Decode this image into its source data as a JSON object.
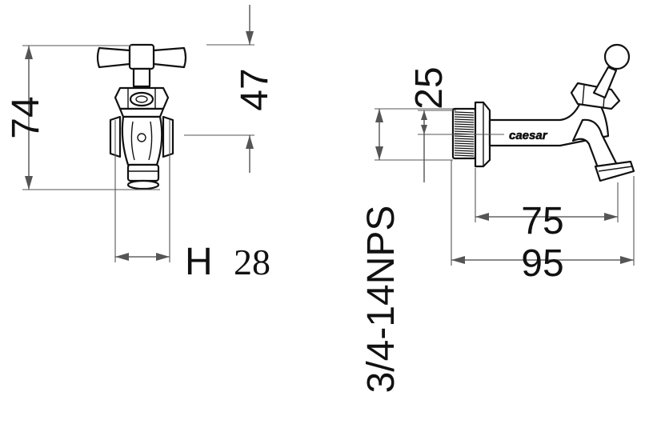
{
  "dimensions": {
    "height_total": "74",
    "handle_height": "47",
    "width_prefix": "H",
    "width_value": "28",
    "outlet_offset": "25",
    "thread": "3/4-14NPS",
    "spout_length": "75",
    "total_length": "95"
  },
  "brand_mark": "caesar",
  "colors": {
    "line": "#111111",
    "dimension": "#555555"
  }
}
